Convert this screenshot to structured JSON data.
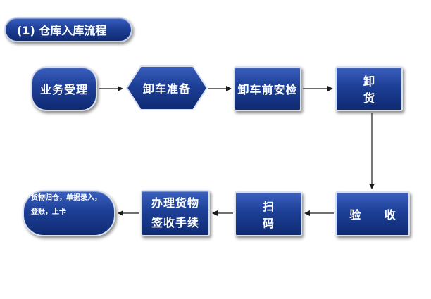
{
  "title": "(1) 仓库入库流程",
  "nodes": {
    "business_accept": "业务受理",
    "unload_prepare": "卸车准备",
    "pre_unload_check": "卸车前安检",
    "unload": "卸 货",
    "inspect": "验 收",
    "scan": "扫 码",
    "handle_goods_line1": "办理货物",
    "handle_goods_line2": "签收手续",
    "final_line1": "货物归仓，单据录入，",
    "final_line2": "登账，上卡"
  },
  "colors": {
    "node_fill": "#1d3f96",
    "node_border": "#d8e0f0",
    "arrow": "#1a1a1a"
  }
}
